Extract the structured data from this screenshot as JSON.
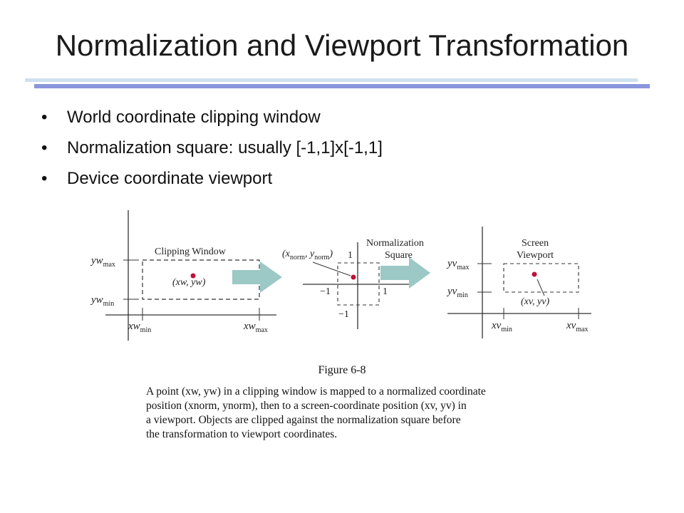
{
  "slide": {
    "title": "Normalization and Viewport Transformation",
    "bullets": [
      "World coordinate clipping window",
      "Normalization square: usually [-1,1]x[-1,1]",
      "Device coordinate viewport"
    ]
  },
  "figure": {
    "panel1": {
      "label": "Clipping Window",
      "point": "(xw, yw)",
      "y_max": "yw",
      "y_max_sub": "max",
      "y_min": "yw",
      "y_min_sub": "min",
      "x_min": "xw",
      "x_min_sub": "min",
      "x_max": "xw",
      "x_max_sub": "max"
    },
    "panel2": {
      "label_line1": "Normalization",
      "label_line2": "Square",
      "point_open": "(x",
      "point_sub1": "norm",
      "point_mid": ", y",
      "point_sub2": "norm",
      "point_close": ")",
      "tick_top": "1",
      "tick_right": "1",
      "tick_left": "−1",
      "tick_bottom": "−1"
    },
    "panel3": {
      "label_line1": "Screen",
      "label_line2": "Viewport",
      "point": "(xv, yv)",
      "y_max": "yv",
      "y_max_sub": "max",
      "y_min": "yv",
      "y_min_sub": "min",
      "x_min": "xv",
      "x_min_sub": "min",
      "x_max": "xv",
      "x_max_sub": "max"
    },
    "caption_title": "Figure 6-8",
    "caption_lines": [
      "A point (xw, yw) in a clipping window is mapped to a normalized coordinate",
      "position (xnorm, ynorm), then to a screen-coordinate position (xv, yv) in",
      "a viewport. Objects are clipped against the normalization square before",
      "the transformation to viewport coordinates."
    ],
    "colors": {
      "point": "#c0103a",
      "arrow": "#9cc8c6",
      "line": "#333333"
    }
  }
}
